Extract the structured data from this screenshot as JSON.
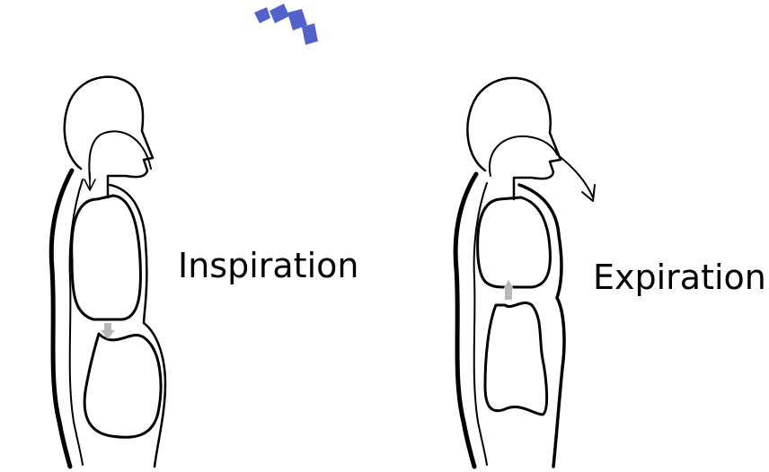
{
  "labels": {
    "inspiration": "Inspiration",
    "expiration": "Expiration"
  },
  "colors": {
    "outline": "#000000",
    "background": "#ffffff",
    "watermark": "#3f52c8",
    "diaphragm_arrow": "#b8b8b8"
  },
  "icons": {
    "inspiration_airflow": "arrow-into-airway-icon",
    "expiration_airflow": "arrow-out-of-mouth-icon",
    "inspiration_diaphragm": "arrow-down-icon",
    "expiration_diaphragm": "arrow-up-icon",
    "watermark": "watermark-logo"
  }
}
